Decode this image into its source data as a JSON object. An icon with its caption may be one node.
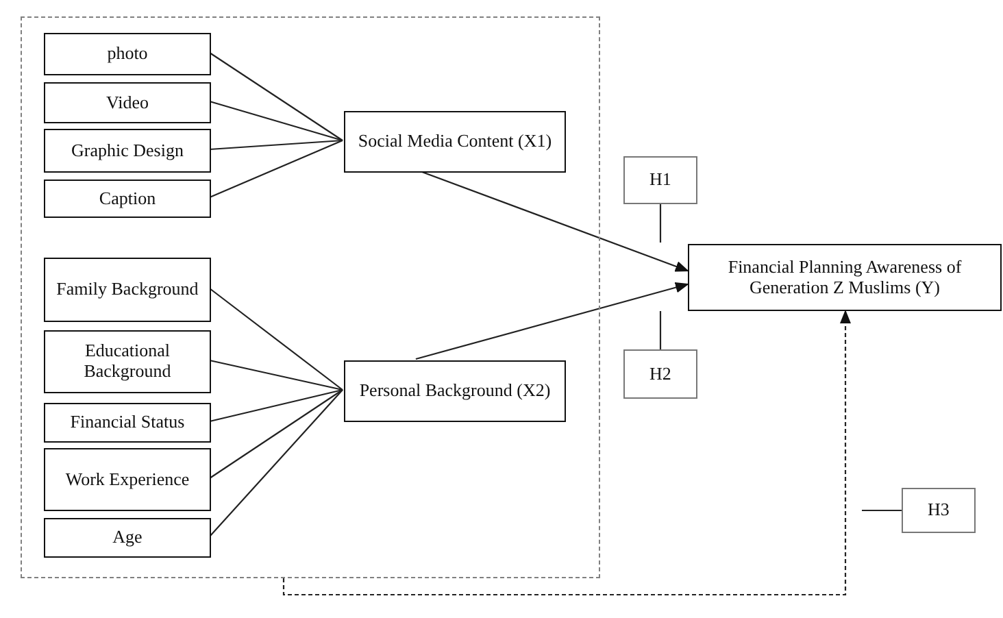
{
  "diagram": {
    "nodes": [
      {
        "text": [],
        "shape": "box"
      },
      {
        "text": [
          "photo"
        ],
        "in": 0
      },
      {
        "text": [
          "Video"
        ],
        "in": 0
      },
      {
        "text": [
          "Graphic Design"
        ],
        "in": 0
      },
      {
        "text": [
          "Caption"
        ],
        "in": 0
      },
      {
        "text": [
          "Social Media Content (X1)"
        ],
        "in": 0
      },
      {
        "text": [
          "Family Background"
        ],
        "in": 0
      },
      {
        "text": [
          "Educational Background"
        ],
        "in": 0
      },
      {
        "text": [
          "Financial Status"
        ],
        "in": 0
      },
      {
        "text": [
          "Work Experience"
        ],
        "in": 0
      },
      {
        "text": [
          "Age"
        ],
        "in": 0
      },
      {
        "text": [
          "Personal Background (X2)"
        ],
        "in": 0
      },
      {
        "text": [
          "Financial Planning Awareness of Generation Z Muslims (Y)"
        ]
      },
      {
        "text": [
          "H1"
        ]
      },
      {
        "text": [
          "H2"
        ]
      },
      {
        "text": [
          "H3"
        ]
      }
    ],
    "edges": [
      {
        "from": 1,
        "to": 5,
        "arrow": "none"
      },
      {
        "from": 2,
        "to": 5,
        "arrow": "none"
      },
      {
        "from": 3,
        "to": 5,
        "arrow": "none"
      },
      {
        "from": 4,
        "to": 5,
        "arrow": "none"
      },
      {
        "from": 6,
        "to": 11,
        "arrow": "none"
      },
      {
        "from": 7,
        "to": 11,
        "arrow": "none"
      },
      {
        "from": 8,
        "to": 11,
        "arrow": "none"
      },
      {
        "from": 9,
        "to": 11,
        "arrow": "none"
      },
      {
        "from": 10,
        "to": 11,
        "arrow": "none"
      },
      {
        "from": 5,
        "to": 12,
        "arrow": "to"
      },
      {
        "from": 11,
        "to": 12,
        "arrow": "to"
      },
      {
        "from": 0,
        "to": 12,
        "arrow": "to",
        "style": "dashed"
      },
      {
        "from": 13,
        "to": null,
        "arrow": "none"
      },
      {
        "from": 14,
        "to": null,
        "arrow": "none"
      },
      {
        "from": 15,
        "to": null,
        "arrow": "none"
      }
    ]
  }
}
